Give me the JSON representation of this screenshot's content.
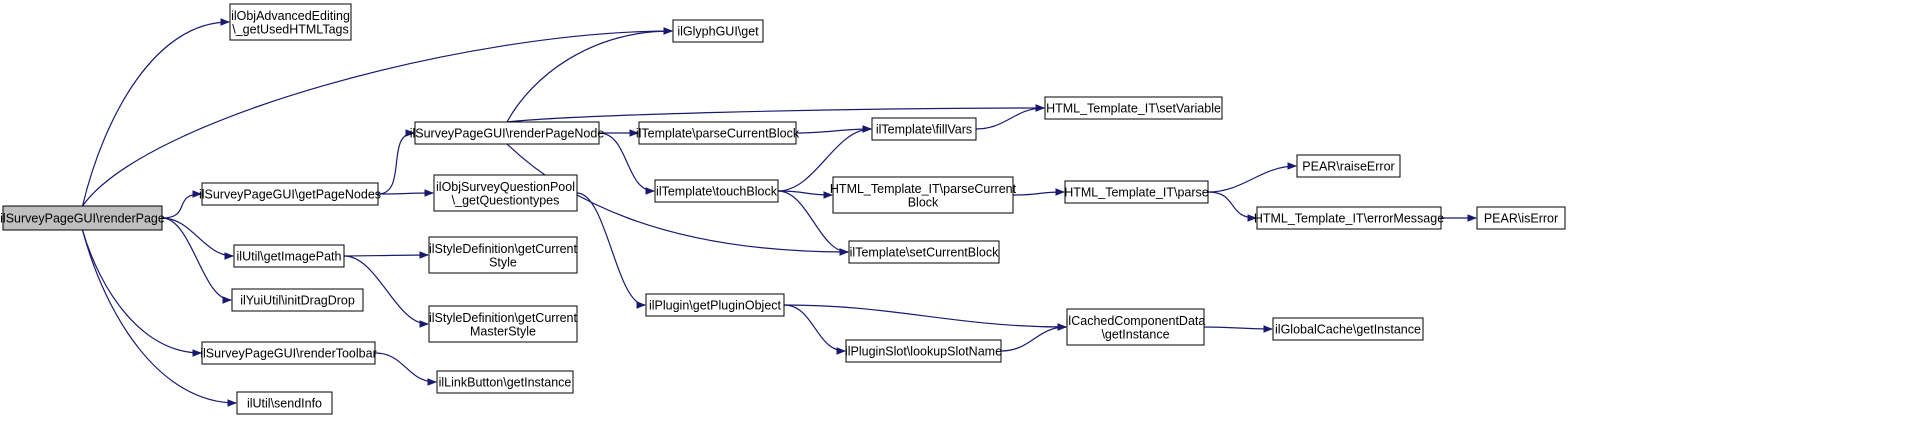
{
  "diagram": {
    "root": "ilSurveyPageGUI::renderPage",
    "nodes": [
      {
        "id": "renderPage",
        "lines": [
          "ilSurveyPageGUI\\renderPage"
        ],
        "root": true
      },
      {
        "id": "getUsedHTMLTags",
        "lines": [
          "ilObjAdvancedEditing",
          "\\_getUsedHTMLTags"
        ]
      },
      {
        "id": "glyphGet",
        "lines": [
          "ilGlyphGUI\\get"
        ]
      },
      {
        "id": "renderPageNode",
        "lines": [
          "ilSurveyPageGUI\\renderPageNode"
        ]
      },
      {
        "id": "getPageNodes",
        "lines": [
          "ilSurveyPageGUI\\getPageNodes"
        ]
      },
      {
        "id": "getImagePath",
        "lines": [
          "ilUtil\\getImagePath"
        ]
      },
      {
        "id": "initDragDrop",
        "lines": [
          "ilYuiUtil\\initDragDrop"
        ]
      },
      {
        "id": "renderToolbar",
        "lines": [
          "ilSurveyPageGUI\\renderToolbar"
        ]
      },
      {
        "id": "sendInfo",
        "lines": [
          "ilUtil\\sendInfo"
        ]
      },
      {
        "id": "getQuestiontypes",
        "lines": [
          "ilObjSurveyQuestionPool",
          "\\_getQuestiontypes"
        ]
      },
      {
        "id": "getCurrentStyle",
        "lines": [
          "ilStyleDefinition\\getCurrent",
          "Style"
        ]
      },
      {
        "id": "getCurrentMasterStyle",
        "lines": [
          "ilStyleDefinition\\getCurrent",
          "MasterStyle"
        ]
      },
      {
        "id": "linkButtonGetInstance",
        "lines": [
          "ilLinkButton\\getInstance"
        ]
      },
      {
        "id": "parseCurrentBlock",
        "lines": [
          "ilTemplate\\parseCurrentBlock"
        ]
      },
      {
        "id": "touchBlock",
        "lines": [
          "ilTemplate\\touchBlock"
        ]
      },
      {
        "id": "getPluginObject",
        "lines": [
          "ilPlugin\\getPluginObject"
        ]
      },
      {
        "id": "fillVars",
        "lines": [
          "ilTemplate\\fillVars"
        ]
      },
      {
        "id": "itParseCurrentBlock",
        "lines": [
          "HTML_Template_IT\\parseCurrent",
          "Block"
        ]
      },
      {
        "id": "setCurrentBlock",
        "lines": [
          "ilTemplate\\setCurrentBlock"
        ]
      },
      {
        "id": "lookupSlotName",
        "lines": [
          "ilPluginSlot\\lookupSlotName"
        ]
      },
      {
        "id": "setVariable",
        "lines": [
          "HTML_Template_IT\\setVariable"
        ]
      },
      {
        "id": "itParse",
        "lines": [
          "HTML_Template_IT\\parse"
        ]
      },
      {
        "id": "errorMessage",
        "lines": [
          "HTML_Template_IT\\errorMessage"
        ]
      },
      {
        "id": "cachedGetInstance",
        "lines": [
          "ilCachedComponentData",
          "\\getInstance"
        ]
      },
      {
        "id": "raiseError",
        "lines": [
          "PEAR\\raiseError"
        ]
      },
      {
        "id": "isError",
        "lines": [
          "PEAR\\isError"
        ]
      },
      {
        "id": "globalCacheGetInstance",
        "lines": [
          "ilGlobalCache\\getInstance"
        ]
      }
    ],
    "edges": [
      [
        "renderPage",
        "getUsedHTMLTags"
      ],
      [
        "renderPage",
        "glyphGet"
      ],
      [
        "renderPage",
        "getPageNodes"
      ],
      [
        "renderPage",
        "getImagePath"
      ],
      [
        "renderPage",
        "initDragDrop"
      ],
      [
        "renderPage",
        "renderToolbar"
      ],
      [
        "renderPage",
        "sendInfo"
      ],
      [
        "getPageNodes",
        "renderPageNode"
      ],
      [
        "getPageNodes",
        "getQuestiontypes"
      ],
      [
        "getImagePath",
        "getCurrentStyle"
      ],
      [
        "getImagePath",
        "getCurrentMasterStyle"
      ],
      [
        "renderToolbar",
        "linkButtonGetInstance"
      ],
      [
        "renderPageNode",
        "glyphGet"
      ],
      [
        "renderPageNode",
        "setVariable"
      ],
      [
        "renderPageNode",
        "parseCurrentBlock"
      ],
      [
        "renderPageNode",
        "touchBlock"
      ],
      [
        "renderPageNode",
        "setCurrentBlock"
      ],
      [
        "getQuestiontypes",
        "getPluginObject"
      ],
      [
        "parseCurrentBlock",
        "fillVars"
      ],
      [
        "touchBlock",
        "fillVars"
      ],
      [
        "touchBlock",
        "itParseCurrentBlock"
      ],
      [
        "touchBlock",
        "setCurrentBlock"
      ],
      [
        "fillVars",
        "setVariable"
      ],
      [
        "itParseCurrentBlock",
        "itParse"
      ],
      [
        "itParse",
        "raiseError"
      ],
      [
        "itParse",
        "errorMessage"
      ],
      [
        "errorMessage",
        "isError"
      ],
      [
        "getPluginObject",
        "cachedGetInstance"
      ],
      [
        "getPluginObject",
        "lookupSlotName"
      ],
      [
        "lookupSlotName",
        "cachedGetInstance"
      ],
      [
        "cachedGetInstance",
        "globalCacheGetInstance"
      ]
    ],
    "colors": {
      "edge": "#191970",
      "root_fill": "#bfbfbf",
      "node_fill": "#ffffff",
      "node_border": "#000000"
    }
  }
}
